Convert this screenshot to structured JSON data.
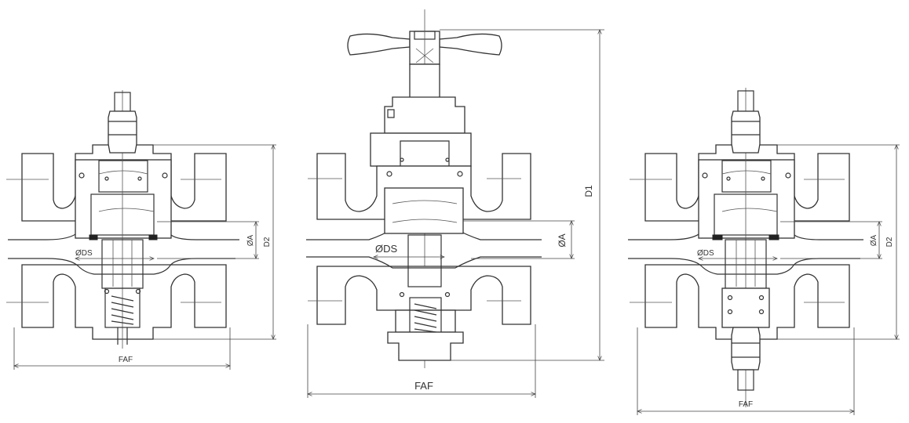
{
  "labels": {
    "v1_faf": "FAF",
    "v1_ods": "ØDS",
    "v1_oa": "ØA",
    "v1_d2": "D2",
    "v2_faf": "FAF",
    "v2_ods": "ØDS",
    "v2_oa": "ØA",
    "v2_d1": "D1",
    "v3_faf": "FAF",
    "v3_ods": "ØDS",
    "v3_oa": "ØA",
    "v3_d2": "D2"
  },
  "colors": {
    "line": "#333333",
    "background": "#ffffff"
  }
}
